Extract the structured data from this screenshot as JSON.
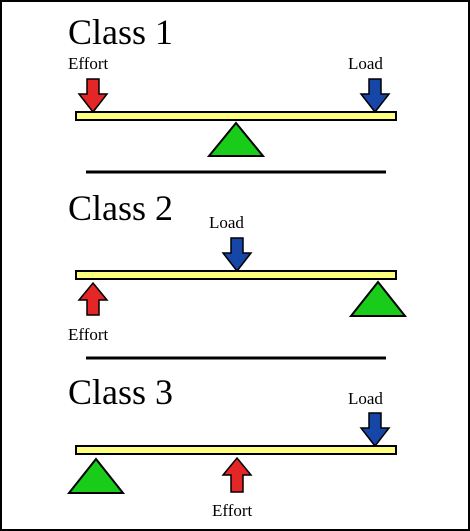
{
  "colors": {
    "beam_fill": "#ffff7f",
    "beam_stroke": "#000000",
    "effort_arrow": "#e32626",
    "load_arrow": "#1646a8",
    "fulcrum": "#19cc19",
    "divider": "#000000"
  },
  "classes": [
    {
      "title": "Class 1",
      "effort_label": "Effort",
      "load_label": "Load"
    },
    {
      "title": "Class 2",
      "effort_label": "Effort",
      "load_label": "Load"
    },
    {
      "title": "Class 3",
      "effort_label": "Effort",
      "load_label": "Load"
    }
  ],
  "icons": {
    "effort": "arrow-icon",
    "load": "arrow-icon",
    "fulcrum": "triangle-icon"
  }
}
